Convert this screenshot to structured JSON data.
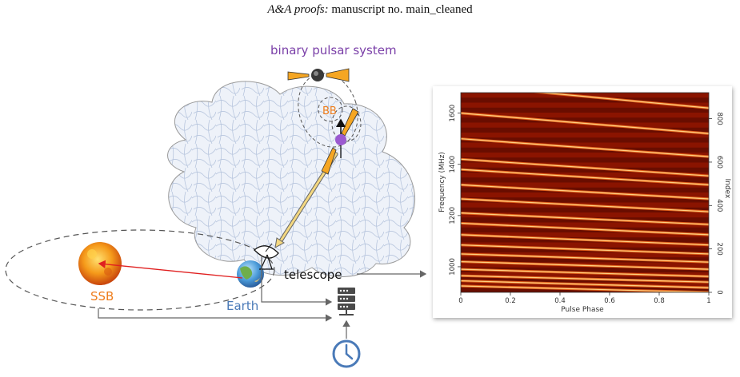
{
  "header": {
    "journal": "A&A proofs:",
    "manuscript": "manuscript no. main_cleaned"
  },
  "diagram": {
    "system_label": "binary pulsar system",
    "bb_label": "BB",
    "ssb_label": "SSB",
    "earth_label": "Earth",
    "telescope_label": "telescope",
    "colors": {
      "purple": "#7a3fa8",
      "orange": "#ee7d1c",
      "blue": "#4a7ab8",
      "red": "#e02020",
      "cloud": "#c9d6ea",
      "beam": "#f5a623"
    }
  },
  "chart_data": {
    "type": "heatmap",
    "xlabel": "Pulse Phase",
    "ylabel": "Frequency (MHz)",
    "y2label": "Index",
    "xlim": [
      0,
      1
    ],
    "ylim": [
      900,
      1680
    ],
    "y2lim": [
      0,
      920
    ],
    "xticks": [
      "0",
      "0.2",
      "0.4",
      "0.6",
      "0.8",
      "1"
    ],
    "yticks": [
      "1000",
      "1200",
      "1400",
      "1600"
    ],
    "y2ticks": [
      "0",
      "200",
      "400",
      "600",
      "800"
    ],
    "colormap": [
      "#2a0000",
      "#8a1500",
      "#e0601a",
      "#ffd080"
    ],
    "pulse_tracks_freq_at_phase0": [
      925,
      945,
      965,
      990,
      1020,
      1050,
      1085,
      1125,
      1170,
      1210,
      1265,
      1320,
      1380,
      1420,
      1500,
      1600
    ],
    "pulse_tracks_freq_at_phase1": [
      900,
      918,
      940,
      962,
      990,
      1018,
      1050,
      1085,
      1125,
      1165,
      1215,
      1265,
      1320,
      1355,
      1430,
      1520,
      1620
    ]
  }
}
